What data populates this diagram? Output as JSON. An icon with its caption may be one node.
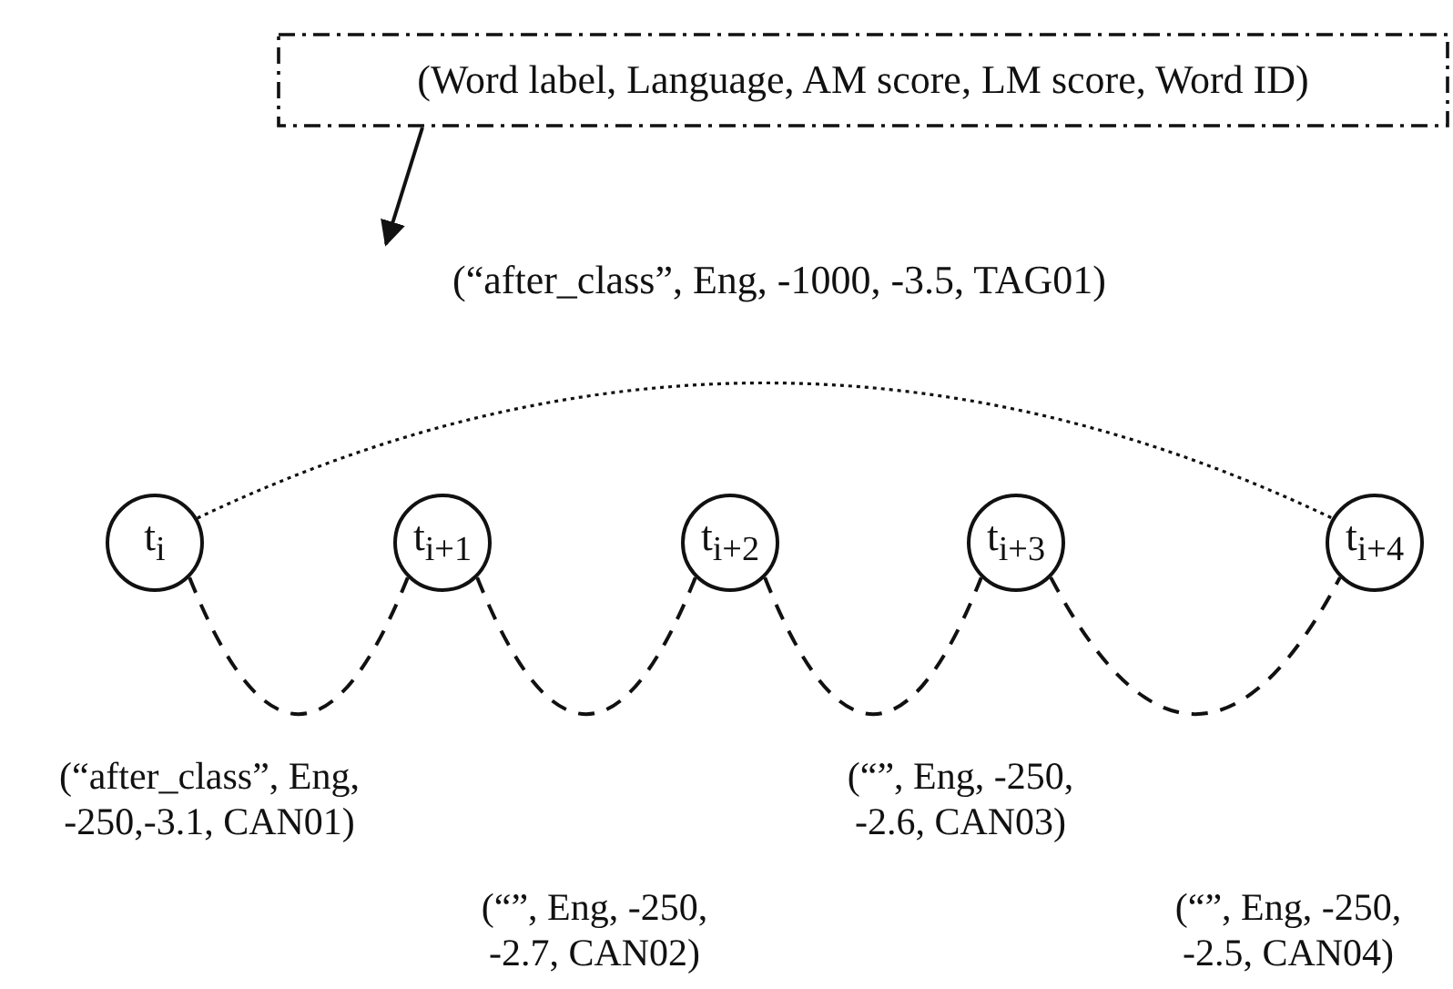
{
  "diagram": {
    "nodes": [
      {
        "text": [
          "(Word label, Language, AM score, LM score, Word ID)"
        ]
      },
      {
        "text": [
          "(“after_class”, Eng, -1000, -3.5, TAG01)"
        ]
      },
      {
        "text": [
          "t$_{i}$"
        ]
      },
      {
        "text": [
          "t$_{i+1}$"
        ]
      },
      {
        "text": [
          "t$_{i+2}$"
        ]
      },
      {
        "text": [
          "t$_{i+3}$"
        ]
      },
      {
        "text": [
          "t$_{i+4}$"
        ]
      }
    ],
    "edges": [
      {
        "from": 0,
        "to": 1,
        "arrow": "to"
      },
      {
        "from": 2,
        "to": 6,
        "arrow": "none",
        "style": "dashed"
      },
      {
        "from": 2,
        "to": 3,
        "arrow": "none",
        "style": "dashed",
        "label": "(“after_class”, Eng, -250,-3.1, CAN01)"
      },
      {
        "from": 3,
        "to": 4,
        "arrow": "none",
        "style": "dashed",
        "label": "(“”, Eng, -250, -2.7, CAN02)"
      },
      {
        "from": 4,
        "to": 5,
        "arrow": "none",
        "style": "dashed",
        "label": "(“”, Eng, -250, -2.6, CAN03)"
      },
      {
        "from": 5,
        "to": 6,
        "arrow": "none",
        "style": "dashed",
        "label": "(“”, Eng, -250, -2.5, CAN04)"
      }
    ]
  }
}
